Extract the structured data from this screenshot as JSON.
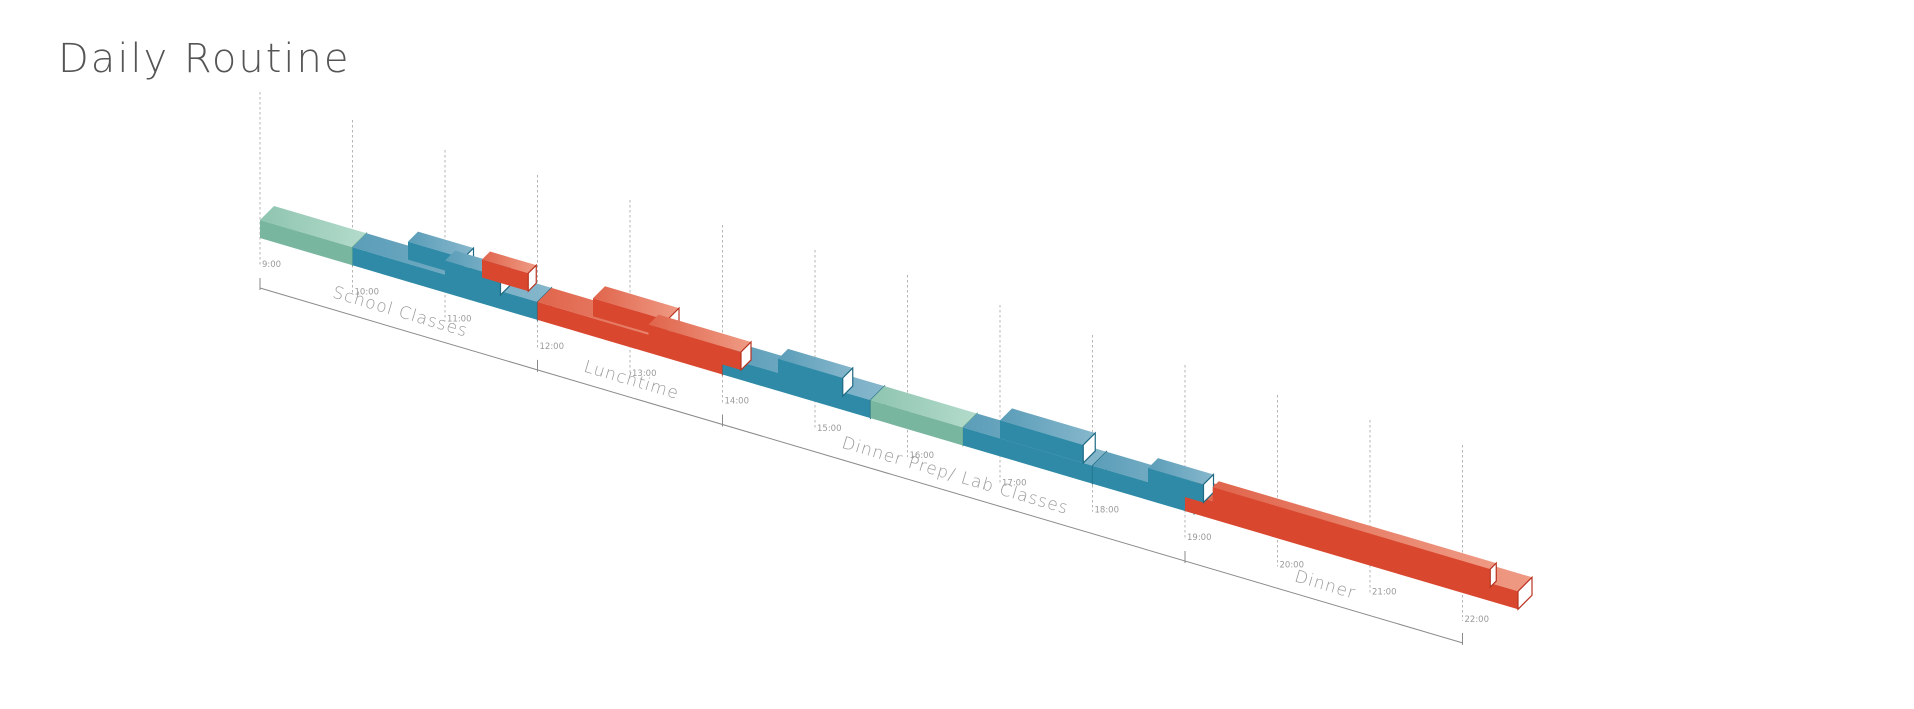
{
  "title": "Daily Routine",
  "hours": [
    "9:00",
    "10:00",
    "11:00",
    "12:00",
    "13:00",
    "14:00",
    "15:00",
    "16:00",
    "17:00",
    "18:00",
    "19:00",
    "20:00",
    "21:00",
    "22:00"
  ],
  "phases": [
    {
      "label": "School Classes",
      "start": 0,
      "end": 3
    },
    {
      "label": "Lunchtime",
      "start": 3,
      "end": 5
    },
    {
      "label": "Dinner Prep/ Lab Classes",
      "start": 5,
      "end": 10
    },
    {
      "label": "Dinner",
      "start": 10,
      "end": 13
    }
  ],
  "activities": [
    {
      "start": 0,
      "end": 1,
      "kind": "green"
    },
    {
      "start": 1,
      "end": 3,
      "kind": "blue"
    },
    {
      "start": 3,
      "end": 5,
      "kind": "red"
    },
    {
      "start": 5,
      "end": 6.6,
      "kind": "blue"
    },
    {
      "start": 6.6,
      "end": 7.6,
      "kind": "green"
    },
    {
      "start": 7.6,
      "end": 9,
      "kind": "blue"
    },
    {
      "start": 9,
      "end": 10.1,
      "kind": "blue"
    },
    {
      "start": 10,
      "end": 13.6,
      "kind": "red"
    }
  ],
  "colors": {
    "green": "#78b6a0",
    "blue": "#2e8aa6",
    "red": "#d9472f"
  }
}
